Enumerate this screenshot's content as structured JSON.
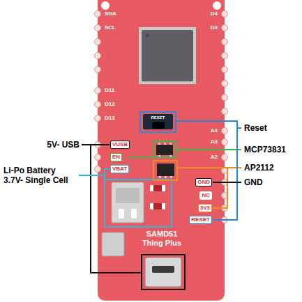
{
  "diagram": {
    "nodes": [
      {
        "text": [
          "VUSB"
        ]
      },
      {
        "text": [
          "EN"
        ]
      },
      {
        "text": [
          "VBAT"
        ]
      },
      {
        "text": [
          "GND"
        ]
      },
      {
        "text": [
          "NC"
        ]
      },
      {
        "text": [
          "3V3"
        ]
      },
      {
        "text": [
          "RESET"
        ]
      }
    ],
    "labels": [
      "SDA",
      "SCL",
      "D11",
      "D12",
      "D13",
      "D4",
      "D3",
      "A4",
      "A3",
      "A2",
      "RESET",
      "SAMD51 Thing Plus",
      "5V- USB",
      "Li-Po Battery 3.7V- Single Cell",
      "Reset",
      "MCP73831",
      "AP2112",
      "GND"
    ]
  }
}
